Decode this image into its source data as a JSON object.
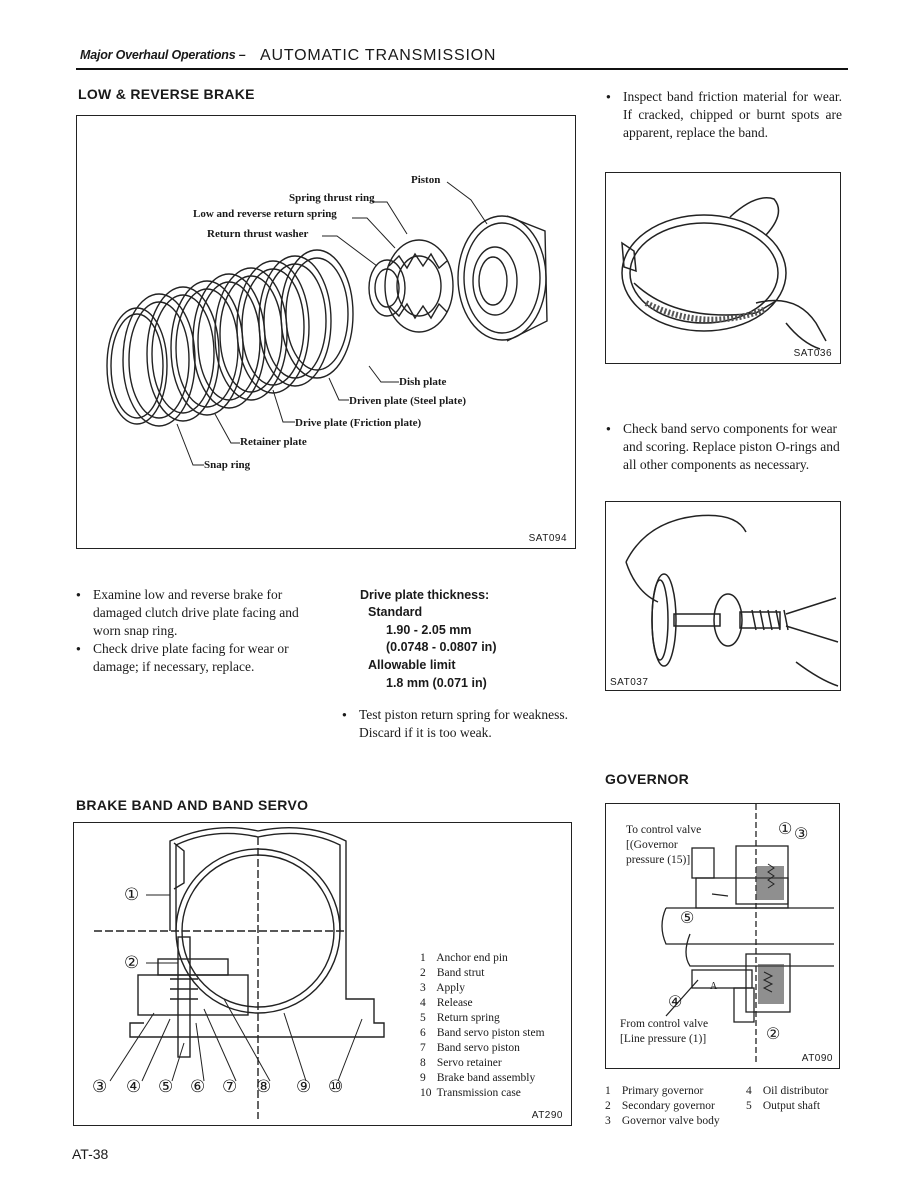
{
  "header": {
    "left": "Major Overhaul Operations –",
    "right": "AUTOMATIC TRANSMISSION"
  },
  "low_reverse": {
    "title": "LOW & REVERSE BRAKE",
    "figure_code": "SAT094",
    "labels": {
      "piston": "Piston",
      "spring_thrust_ring": "Spring thrust ring",
      "return_spring": "Low and reverse return spring",
      "return_thrust_washer": "Return thrust washer",
      "dish_plate": "Dish plate",
      "driven_plate": "Driven plate (Steel plate)",
      "drive_plate": "Drive plate (Friction plate)",
      "retainer_plate": "Retainer plate",
      "snap_ring": "Snap ring"
    },
    "bullets": [
      "Examine low and reverse brake for damaged clutch drive plate facing and worn snap ring.",
      "Check drive plate facing for wear or damage; if necessary, replace."
    ],
    "spec": {
      "heading": "Drive plate thickness:",
      "standard_label": "Standard",
      "standard_mm": "1.90 - 2.05 mm",
      "standard_in": "(0.0748 - 0.0807 in)",
      "allowable_label": "Allowable limit",
      "allowable_value": "1.8 mm (0.071 in)"
    },
    "spring_bullet": "Test piston return spring for weakness. Discard if it is too weak."
  },
  "right_col": {
    "band_bullet": "Inspect band friction material for wear. If cracked, chipped or burnt spots are apparent, replace the band.",
    "figure1_code": "SAT036",
    "servo_bullet": "Check band servo components for wear and scoring. Replace piston O-rings and all other components as necessary.",
    "figure2_code": "SAT037"
  },
  "brake_band": {
    "title": "BRAKE BAND AND BAND SERVO",
    "figure_code": "AT290",
    "callouts": [
      "①",
      "②",
      "③",
      "④",
      "⑤",
      "⑥",
      "⑦",
      "⑧",
      "⑨",
      "⑩"
    ],
    "legend": [
      {
        "n": "1",
        "t": "Anchor end pin"
      },
      {
        "n": "2",
        "t": "Band strut"
      },
      {
        "n": "3",
        "t": "Apply"
      },
      {
        "n": "4",
        "t": "Release"
      },
      {
        "n": "5",
        "t": "Return spring"
      },
      {
        "n": "6",
        "t": "Band servo piston stem"
      },
      {
        "n": "7",
        "t": "Band servo piston"
      },
      {
        "n": "8",
        "t": "Servo retainer"
      },
      {
        "n": "9",
        "t": "Brake band assembly"
      },
      {
        "n": "10",
        "t": "Transmission case"
      }
    ]
  },
  "governor": {
    "title": "GOVERNOR",
    "figure_code": "AT090",
    "to_label_1": "To control valve",
    "to_label_2": "[(Governor",
    "to_label_3": "pressure (15)]",
    "from_label_1": "From control valve",
    "from_label_2": "[Line pressure (1)]",
    "arrow_label": "A",
    "callouts": [
      "①",
      "③",
      "⑤",
      "④",
      "②"
    ],
    "legend_left": [
      {
        "n": "1",
        "t": "Primary governor"
      },
      {
        "n": "2",
        "t": "Secondary governor"
      },
      {
        "n": "3",
        "t": "Governor valve body"
      }
    ],
    "legend_right": [
      {
        "n": "4",
        "t": "Oil distributor"
      },
      {
        "n": "5",
        "t": "Output shaft"
      }
    ]
  },
  "footer": {
    "page": "AT-38"
  }
}
